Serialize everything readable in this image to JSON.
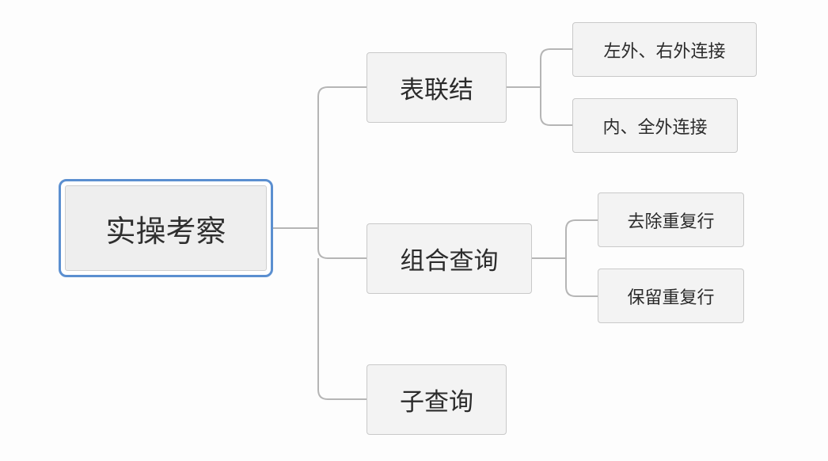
{
  "root": {
    "label": "实操考察"
  },
  "branches": {
    "biaolianjie": {
      "label": "表联结"
    },
    "zuhechaxun": {
      "label": "组合查询"
    },
    "zichaxun": {
      "label": "子查询"
    }
  },
  "leaves": {
    "zuowai": {
      "label": "左外、右外连接"
    },
    "nei": {
      "label": "内、全外连接"
    },
    "quchu": {
      "label": "去除重复行"
    },
    "baoliu": {
      "label": "保留重复行"
    }
  },
  "colors": {
    "root_border": "#5b8fd0",
    "node_fill": "#f3f3f3",
    "connector": "#b5b5b5"
  }
}
